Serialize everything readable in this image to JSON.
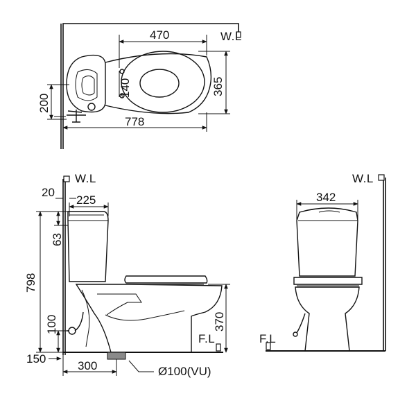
{
  "top_view": {
    "wall_label": "W.L",
    "dims": {
      "length_470": "470",
      "width_365": "365",
      "hole_140": "140",
      "side_200": "200",
      "total_778": "778"
    }
  },
  "side_view": {
    "wall_label": "W.L",
    "floor_label": "F.L",
    "dims": {
      "gap_20": "20",
      "tank_225": "225",
      "lid_63": "63",
      "height_798": "798",
      "inlet_100": "100",
      "seat_370": "370",
      "wall_150": "150",
      "outlet_300": "300",
      "outlet_diameter": "Ø100(VU)"
    }
  },
  "front_view": {
    "wall_label": "W.L",
    "floor_label": "F.L",
    "dims": {
      "width_342": "342"
    }
  }
}
